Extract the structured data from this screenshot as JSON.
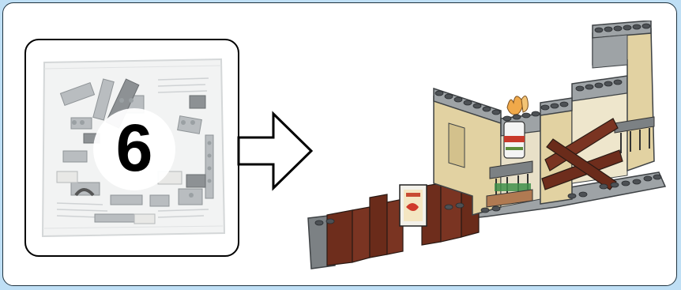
{
  "step": {
    "bag_number": "6"
  },
  "colors": {
    "page_background": "#bfdff5",
    "frame_border": "#20333f",
    "panel_background": "#ffffff",
    "tan_brick": "#e2d2a2",
    "grey_brick": "#9ea3a6",
    "dark_grey": "#5c6065",
    "reddish_brown": "#6e2d1c",
    "flame": "#f0a94a"
  },
  "icons": {
    "arrow": "right-arrow-outline",
    "bag": "polybag-of-parts",
    "model": "lego-building-wall-model"
  }
}
